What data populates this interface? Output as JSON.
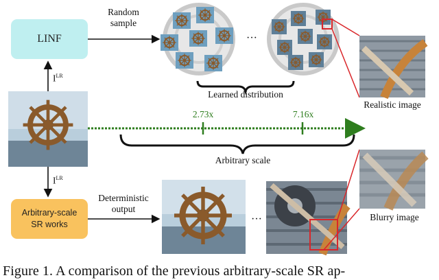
{
  "boxes": {
    "linf": "LINF",
    "sr_line1": "Arbitrary-scale",
    "sr_line2": "SR works"
  },
  "arrows": {
    "random_line1": "Random",
    "random_line2": "sample",
    "det_line1": "Deterministic",
    "det_line2": "output",
    "ilr_up": "I",
    "ilr_up_sup": "LR",
    "ilr_down": "I",
    "ilr_down_sup": "LR"
  },
  "labels": {
    "learned": "Learned distribution",
    "realistic": "Realistic image",
    "blurry": "Blurry image",
    "arbitrary": "Arbitrary scale",
    "scale_a": "2.73x",
    "scale_b": "7.16x",
    "ellipsis": "···"
  },
  "caption": "Figure 1.  A comparison of the previous arbitrary-scale SR ap-",
  "colors": {
    "linf": "#bfeff0",
    "sr": "#f9c25e",
    "green": "#2e7d1e",
    "zoom": "#d9262a",
    "sky": "#6e9fbf"
  }
}
